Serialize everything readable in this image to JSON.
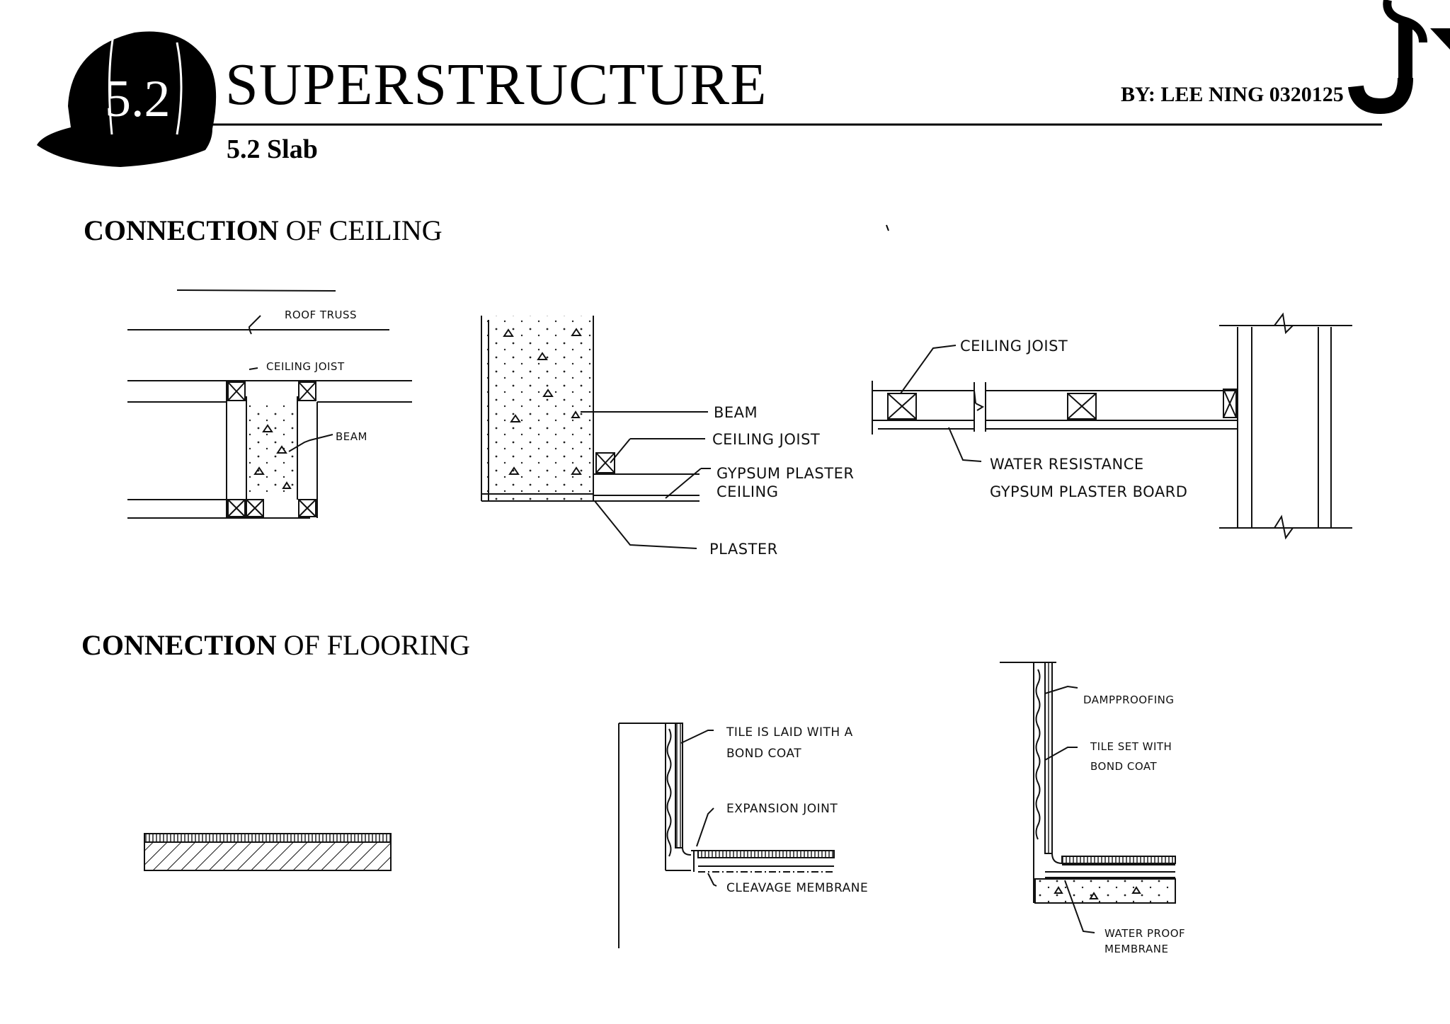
{
  "header": {
    "number": "5.2",
    "title": "SUPERSTRUCTURE",
    "author": "BY: LEE NING 0320125",
    "subtitle": "5.2 Slab"
  },
  "sections": {
    "ceiling": {
      "title_bold": "CONNECTION",
      "title_rest": " OF CEILING"
    },
    "flooring": {
      "title_bold": "CONNECTION",
      "title_rest": " OF FLOORING"
    }
  },
  "ceiling_detail_1": {
    "labels": [
      "ROOF TRUSS",
      "CEILING JOIST",
      "BEAM"
    ]
  },
  "ceiling_detail_2": {
    "labels": [
      "BEAM",
      "CEILING JOIST",
      "GYPSUM PLASTER",
      "CEILING",
      "PLASTER"
    ]
  },
  "ceiling_detail_3": {
    "labels": [
      "CEILING JOIST",
      "WATER RESISTANCE",
      "GYPSUM PLASTER BOARD"
    ]
  },
  "flooring_detail_2": {
    "labels": [
      "TILE IS LAID WITH A",
      "BOND COAT",
      "EXPANSION JOINT",
      "CLEAVAGE MEMBRANE"
    ]
  },
  "flooring_detail_3": {
    "labels": [
      "DAMPPROOFING",
      "TILE SET WITH",
      "BOND COAT",
      "WATER PROOF",
      "MEMBRANE"
    ]
  },
  "icons": [
    "hard-hat-icon",
    "crane-hook-icon"
  ]
}
